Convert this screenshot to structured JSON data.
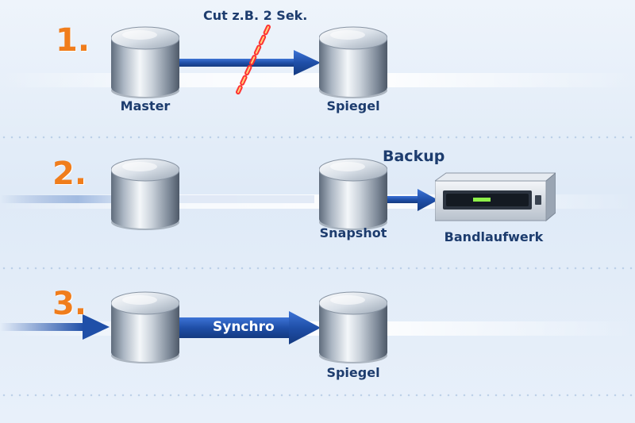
{
  "steps": [
    {
      "number": "1.",
      "cut_label": "Cut z.B. 2 Sek.",
      "source_label": "Master",
      "target_label": "Spiegel"
    },
    {
      "number": "2.",
      "heading": "Backup",
      "snapshot_label": "Snapshot",
      "tape_label": "Bandlaufwerk"
    },
    {
      "number": "3.",
      "arrow_label": "Synchro",
      "target_label": "Spiegel"
    }
  ],
  "colors": {
    "step_number": "#f07d1c",
    "arrow": "#1f4fa8",
    "label": "#1d3c6e",
    "cut_line": "#ff2a2a"
  }
}
